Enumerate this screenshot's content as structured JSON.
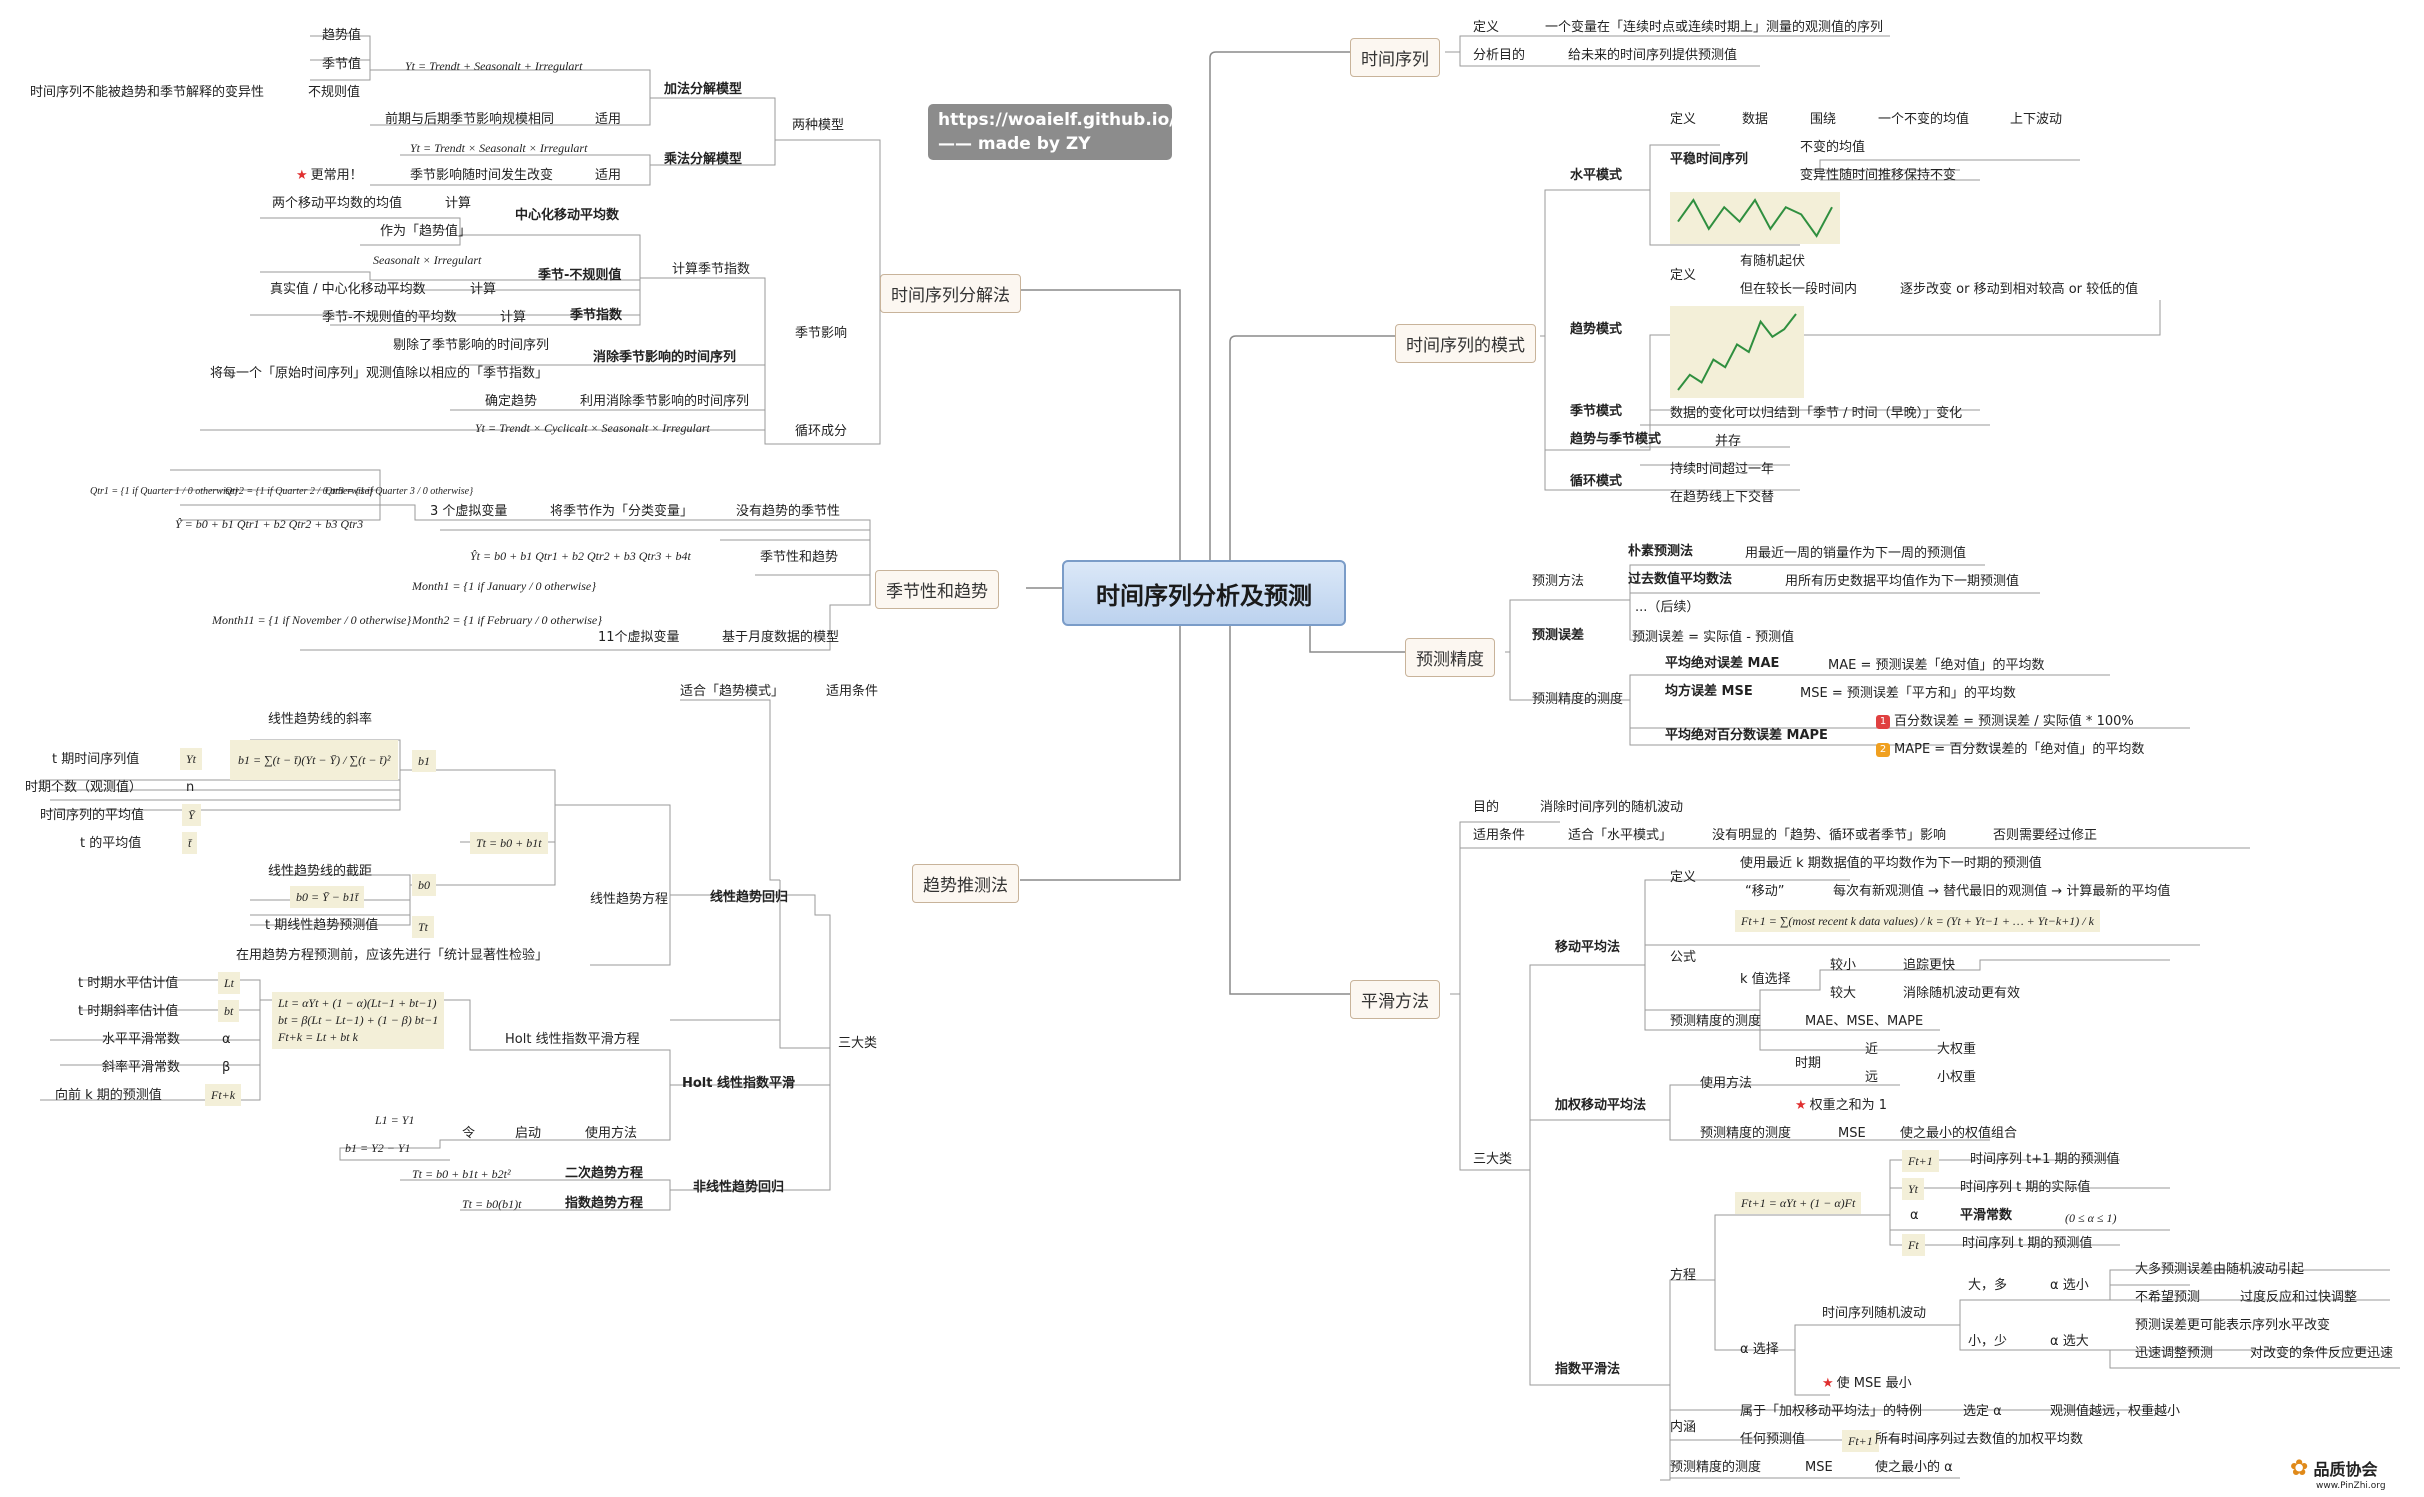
{
  "center": "时间序列分析及预测",
  "url": {
    "line1": "https://woaielf.github.io/",
    "line2": "—— made by ZY"
  },
  "logo": {
    "text": "品质协会",
    "sub": "www.PinZhi.org"
  },
  "ts": {
    "title": "时间序列",
    "def_label": "定义",
    "def": "一个变量在「连续时点或连续时期上」测量的观测值的序列",
    "purpose_label": "分析目的",
    "purpose": "给未来的时间序列提供预测值"
  },
  "pattern": {
    "title": "时间序列的模式",
    "horizontal": {
      "title": "水平模式",
      "def_label": "定义",
      "data": "数据",
      "around": "围绕",
      "mean": "一个不变的均值",
      "fluct": "上下波动",
      "stationary": "平稳时间序列",
      "s1": "不变的均值",
      "s2": "变异性随时间推移保持不变"
    },
    "trend": {
      "title": "趋势模式",
      "def_label": "定义",
      "t1": "有随机起伏",
      "t2": "但在较长一段时间内",
      "t3": "逐步改变 or 移动到相对较高 or 较低的值"
    },
    "seasonal": {
      "title": "季节模式",
      "desc": "数据的变化可以归结到「季节 / 时间（早晚）」变化"
    },
    "trend_season": {
      "title": "趋势与季节模式",
      "desc": "并存"
    },
    "cyclical": {
      "title": "循环模式",
      "c1": "持续时间超过一年",
      "c2": "在趋势线上下交替"
    }
  },
  "accuracy": {
    "title": "预测精度",
    "method_label": "预测方法",
    "naive": "朴素预测法",
    "naive_desc": "用最近一周的销量作为下一周的预测值",
    "past": "过去数值平均数法",
    "past_desc": "用所有历史数据平均值作为下一期预测值",
    "etc": "...（后续）",
    "error": "预测误差",
    "error_desc": "预测误差 = 实际值 - 预测值",
    "measure": "预测精度的测度",
    "mae": "平均绝对误差 MAE",
    "mae_desc": "MAE = 预测误差「绝对值」的平均数",
    "mse": "均方误差 MSE",
    "mse_desc": "MSE = 预测误差「平方和」的平均数",
    "mape": "平均绝对百分数误差 MAPE",
    "mape_1": "百分数误差 = 预测误差 / 实际值 * 100%",
    "mape_2": "MAPE = 百分数误差的「绝对值」的平均数",
    "badge1": "1",
    "badge2": "2"
  },
  "smooth": {
    "title": "平滑方法",
    "goal_label": "目的",
    "goal": "消除时间序列的随机波动",
    "cond_label": "适用条件",
    "cond": "适合「水平模式」",
    "cond2": "没有明显的「趋势、循环或者季节」影响",
    "cond3": "否则需要经过修正",
    "three": "三大类",
    "ma": {
      "title": "移动平均法",
      "def_label": "定义",
      "d1": "使用最近 k 期数据值的平均数作为下一时期的预测值",
      "move": "“移动”",
      "d2": "每次有新观测值 → 替代最旧的观测值 → 计算最新的平均值",
      "formula_label": "公式",
      "formula": "Ft+1 = ∑(most recent k data values) / k = (Yt + Yt−1 + … + Yt−k+1) / k",
      "k_label": "k 值选择",
      "small": "较小",
      "small_desc": "追踪更快",
      "large": "较大",
      "large_desc": "消除随机波动更有效",
      "measure_label": "预测精度的测度",
      "measure": "MAE、MSE、MAPE"
    },
    "wma": {
      "title": "加权移动平均法",
      "use_label": "使用方法",
      "period": "时期",
      "near": "近",
      "near_w": "大权重",
      "far": "远",
      "far_w": "小权重",
      "sum": "权重之和为 1",
      "measure_label": "预测精度的测度",
      "mse": "MSE",
      "mse_desc": "使之最小的权值组合"
    },
    "es": {
      "title": "指数平滑法",
      "eq_label": "方程",
      "eq": "Ft+1 = αYt + (1 − α)Ft",
      "f1": "Ft+1",
      "f1_desc": "时间序列 t+1 期的预测值",
      "y": "Yt",
      "y_desc": "时间序列 t 期的实际值",
      "a": "α",
      "a_desc": "平滑常数",
      "a_range": "(0 ≤ α ≤ 1)",
      "f": "Ft",
      "f_desc": "时间序列 t 期的预测值",
      "alpha_label": "α 选择",
      "rand": "时间序列随机波动",
      "big": "大，多",
      "small_a": "α 选小",
      "b1": "大多预测误差由随机波动引起",
      "b2": "不希望预测",
      "b3": "过度反应和过快调整",
      "small": "小，少",
      "big_a": "α 选大",
      "s1": "预测误差更可能表示序列水平改变",
      "s2": "迅速调整预测",
      "s3": "对改变的条件反应更迅速",
      "min_mse": "使 MSE 最小",
      "conn_label": "内涵",
      "conn1": "属于「加权移动平均法」的特例",
      "conn2": "选定 α",
      "conn3": "观测值越远，权重越小",
      "any": "任何预测值",
      "any_f": "Ft+1",
      "any_desc": "所有时间序列过去数值的加权平均数",
      "measure_label": "预测精度的测度",
      "mse": "MSE",
      "mse_desc": "使之最小的 α"
    }
  },
  "decomp": {
    "title": "时间序列分解法",
    "two": "两种模型",
    "add": "加法分解模型",
    "add_eq": "Yt = Trendt + Seasonalt + Irregulart",
    "trend_v": "趋势值",
    "season_v": "季节值",
    "irr_v": "不规则值",
    "irr_desc": "时间序列不能被趋势和季节解释的变异性",
    "add_use_label": "适用",
    "add_use": "前期与后期季节影响规模相同",
    "mul": "乘法分解模型",
    "mul_eq": "Yt = Trendt × Seasonalt × Irregulart",
    "mul_use_label": "适用",
    "mul_use": "季节影响随时间发生改变",
    "common": "更常用！",
    "season_effect": "季节影响",
    "calc_idx": "计算季节指数",
    "cma": "中心化移动平均数",
    "cma_c": "计算",
    "cma_d": "两个移动平均数的均值",
    "cma_as": "作为「趋势值」",
    "si": "季节-不规则值",
    "si_eq": "Seasonalt × Irregulart",
    "si_c": "计算",
    "si_d": "真实值 / 中心化移动平均数",
    "sidx": "季节指数",
    "sidx_c": "计算",
    "sidx_d": "季节-不规则值的平均数",
    "deseason": "消除季节影响的时间序列",
    "des1": "剔除了季节影响的时间序列",
    "des2": "将每一个「原始时间序列」观测值除以相应的「季节指数」",
    "des3_label": "确定趋势",
    "des3": "利用消除季节影响的时间序列",
    "cyc_label": "循环成分",
    "cyc_eq": "Yt = Trendt × Cyclicalt × Seasonalt × Irregulart"
  },
  "seasontrend": {
    "title": "季节性和趋势",
    "qtr_eq": "Ŷ = b0 + b1 Qtr1 + b2 Qtr2 + b3 Qtr3",
    "qtr1": "Qtr1 = {1 if Quarter 1 / 0 otherwise}",
    "qtr2": "Qtr2 = {1 if Quarter 2 / 0 otherwise}",
    "qtr3": "Qtr3 = {1 if Quarter 3 / 0 otherwise}",
    "dummy3": "3 个虚拟变量",
    "as_cat": "将季节作为「分类变量」",
    "no_trend": "没有趋势的季节性",
    "st_eq": "Ŷt = b0 + b1 Qtr1 + b2 Qtr2 + b3 Qtr3 + b4t",
    "st_label": "季节性和趋势",
    "m1": "Month1 = {1 if January / 0 otherwise}",
    "m2": "Month2 = {1 if February / 0 otherwise}",
    "m11": "Month11 = {1 if November / 0 otherwise}",
    "dummy11": "11个虚拟变量",
    "monthly": "基于月度数据的模型"
  },
  "trendproj": {
    "title": "趋势推测法",
    "fit": "适合「趋势模式」",
    "cond": "适用条件",
    "three": "三大类",
    "linear": "线性趋势回归",
    "lin_eq_label": "线性趋势方程",
    "lin_eq": "Tt = b0 + b1t",
    "slope_label": "线性趋势线的斜率",
    "slope_eq": "b1 = ∑(t − t̄)(Yt − Ȳ) / ∑(t − t̄)²",
    "b1": "b1",
    "tv": "t 期时间序列值",
    "tv_s": "Yt",
    "n_label": "时期个数（观测值）",
    "n": "n",
    "ybar_label": "时间序列的平均值",
    "ybar": "Ȳ",
    "tbar_label": "t 的平均值",
    "tbar": "t̄",
    "int_label": "线性趋势线的截距",
    "int_eq": "b0 = Ȳ − b1t̄",
    "b0": "b0",
    "tt_label": "t 期线性趋势预测值",
    "tt": "Tt",
    "check": "在用趋势方程预测前，应该先进行「统计显著性检验」",
    "holt": "Holt 线性指数平滑",
    "holt_eq_label": "Holt 线性指数平滑方程",
    "holt_eq1": "Lt = αYt + (1 − α)(Lt−1 + bt−1)",
    "holt_eq2": "bt = β(Lt − Lt−1) + (1 − β) bt−1",
    "holt_eq3": "Ft+k = Lt + bt k",
    "lt_label": "t 时期水平估计值",
    "lt": "Lt",
    "bt_label": "t 时期斜率估计值",
    "bt": "bt",
    "alpha_label": "水平平滑常数",
    "alpha": "α",
    "beta_label": "斜率平滑常数",
    "beta": "β",
    "fk_label": "向前 k 期的预测值",
    "fk": "Ft+k",
    "use": "使用方法",
    "start": "启动",
    "let": "令",
    "l1": "L1 = Y1",
    "b1s": "b1 = Y2 − Y1",
    "nonlin": "非线性趋势回归",
    "quad": "二次趋势方程",
    "quad_eq": "Tt = b0 + b1t + b2t²",
    "exp": "指数趋势方程",
    "exp_eq": "Tt = b0(b1)t"
  },
  "colors": {
    "line": "#7a7a7a",
    "topic_border": "#c8b39a",
    "formula_bg": "#f3efd8",
    "center_border": "#7a9cc8"
  },
  "chart_data": [
    {
      "type": "line",
      "values": [
        3,
        6,
        2,
        5,
        3,
        6,
        2,
        5,
        4,
        1,
        5
      ]
    },
    {
      "type": "line",
      "values": [
        1,
        3,
        2,
        5,
        4,
        7,
        6,
        10,
        8,
        9,
        11
      ]
    }
  ]
}
